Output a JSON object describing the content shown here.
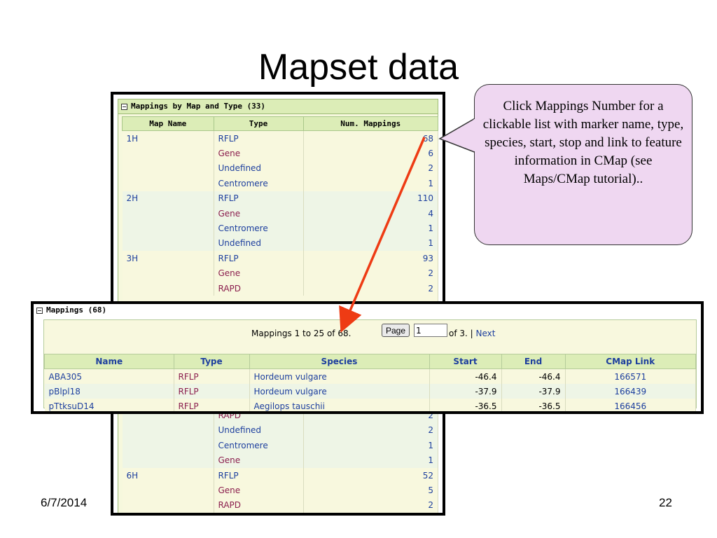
{
  "slide": {
    "title": "Mapset data",
    "date": "6/7/2014",
    "page_number": "22"
  },
  "callout": {
    "text": "Click Mappings Number for a clickable list with marker name, type, species, start, stop and link to feature information in CMap (see Maps/CMap tutorial).."
  },
  "mappings_by_map": {
    "header": "Mappings by Map and Type (33)",
    "columns": [
      "Map Name",
      "Type",
      "Num. Mappings"
    ],
    "rows_top": [
      {
        "map": "1H",
        "type": "RFLP",
        "type_class": "t-rflp",
        "num": "68",
        "group": "a"
      },
      {
        "map": "",
        "type": "Gene",
        "type_class": "t-gene",
        "num": "6",
        "group": "a"
      },
      {
        "map": "",
        "type": "Undefined",
        "type_class": "t-undef",
        "num": "2",
        "group": "a"
      },
      {
        "map": "",
        "type": "Centromere",
        "type_class": "t-cent",
        "num": "1",
        "group": "a"
      },
      {
        "map": "2H",
        "type": "RFLP",
        "type_class": "t-rflp",
        "num": "110",
        "group": "b"
      },
      {
        "map": "",
        "type": "Gene",
        "type_class": "t-gene",
        "num": "4",
        "group": "b"
      },
      {
        "map": "",
        "type": "Centromere",
        "type_class": "t-cent",
        "num": "1",
        "group": "b"
      },
      {
        "map": "",
        "type": "Undefined",
        "type_class": "t-undef",
        "num": "1",
        "group": "b"
      },
      {
        "map": "3H",
        "type": "RFLP",
        "type_class": "t-rflp",
        "num": "93",
        "group": "a"
      },
      {
        "map": "",
        "type": "Gene",
        "type_class": "t-gene",
        "num": "2",
        "group": "a"
      },
      {
        "map": "",
        "type": "RAPD",
        "type_class": "t-rapd",
        "num": "2",
        "group": "a"
      }
    ],
    "rows_bottom": [
      {
        "map": "",
        "type": "RAPD",
        "type_class": "t-rapd",
        "num": "2",
        "group": "b"
      },
      {
        "map": "",
        "type": "Undefined",
        "type_class": "t-undef",
        "num": "2",
        "group": "b"
      },
      {
        "map": "",
        "type": "Centromere",
        "type_class": "t-cent",
        "num": "1",
        "group": "b"
      },
      {
        "map": "",
        "type": "Gene",
        "type_class": "t-gene",
        "num": "1",
        "group": "b"
      },
      {
        "map": "6H",
        "type": "RFLP",
        "type_class": "t-rflp",
        "num": "52",
        "group": "a"
      },
      {
        "map": "",
        "type": "Gene",
        "type_class": "t-gene",
        "num": "5",
        "group": "a"
      },
      {
        "map": "",
        "type": "RAPD",
        "type_class": "t-rapd",
        "num": "2",
        "group": "a"
      }
    ]
  },
  "mappings": {
    "header": "Mappings (68)",
    "pager_text": "Mappings 1 to 25 of 68.",
    "page_button": "Page",
    "page_value": "1",
    "of_text": "of 3. |",
    "next_label": "Next",
    "columns": [
      "Name",
      "Type",
      "Species",
      "Start",
      "End",
      "CMap Link"
    ],
    "rows": [
      {
        "name": "ABA305",
        "type": "RFLP",
        "species": "Hordeum vulgare",
        "start": "-46.4",
        "end": "-46.4",
        "link": "166571"
      },
      {
        "name": "pBlpl18",
        "type": "RFLP",
        "species": "Hordeum vulgare",
        "start": "-37.9",
        "end": "-37.9",
        "link": "166439"
      },
      {
        "name": "pTtksuD14",
        "type": "RFLP",
        "species": "Aegilops tauschii",
        "start": "-36.5",
        "end": "-36.5",
        "link": "166456"
      }
    ]
  },
  "colors": {
    "arrow": "#ee3b14",
    "callout_fill": "#efd7f1",
    "link_blue": "#1d3f9e",
    "type_maroon": "#8b1f4e"
  }
}
